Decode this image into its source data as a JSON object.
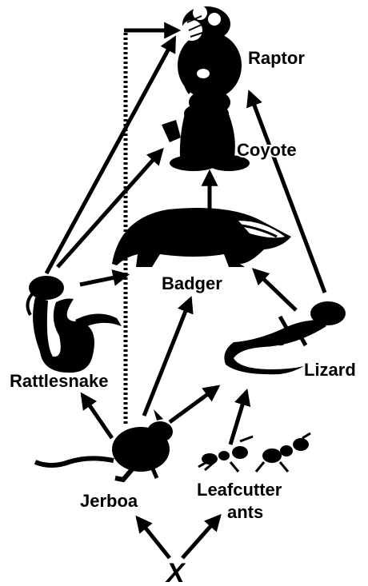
{
  "colors": {
    "ink": "#000000",
    "background": "#ffffff",
    "highlight": "#ffffff"
  },
  "organisms": {
    "raptor": {
      "label": "Raptor",
      "icon": "raptor-icon"
    },
    "coyote": {
      "label": "Coyote",
      "icon": "coyote-icon"
    },
    "badger": {
      "label": "Badger",
      "icon": "badger-icon"
    },
    "rattlesnake": {
      "label": "Rattlesnake",
      "icon": "rattlesnake-icon"
    },
    "lizard": {
      "label": "Lizard",
      "icon": "lizard-icon"
    },
    "jerboa": {
      "label": "Jerboa",
      "icon": "jerboa-icon"
    },
    "leafcutter_ants": {
      "label_line1": "Leafcutter",
      "label_line2": "ants",
      "icon": "ant-icon"
    },
    "x": {
      "label": "X"
    }
  },
  "links": [
    {
      "from": "X",
      "to": "Jerboa",
      "style": "solid"
    },
    {
      "from": "X",
      "to": "Leafcutter ants",
      "style": "solid"
    },
    {
      "from": "Jerboa",
      "to": "Rattlesnake",
      "style": "solid"
    },
    {
      "from": "Jerboa",
      "to": "Badger",
      "style": "solid"
    },
    {
      "from": "Jerboa",
      "to": "Lizard",
      "style": "solid"
    },
    {
      "from": "Jerboa",
      "to": "Raptor",
      "style": "dotted"
    },
    {
      "from": "Leafcutter ants",
      "to": "Lizard",
      "style": "solid"
    },
    {
      "from": "Rattlesnake",
      "to": "Badger",
      "style": "solid"
    },
    {
      "from": "Rattlesnake",
      "to": "Coyote",
      "style": "solid"
    },
    {
      "from": "Rattlesnake",
      "to": "Raptor",
      "style": "solid"
    },
    {
      "from": "Lizard",
      "to": "Badger",
      "style": "solid"
    },
    {
      "from": "Lizard",
      "to": "Raptor",
      "style": "solid"
    },
    {
      "from": "Badger",
      "to": "Coyote",
      "style": "solid"
    }
  ]
}
